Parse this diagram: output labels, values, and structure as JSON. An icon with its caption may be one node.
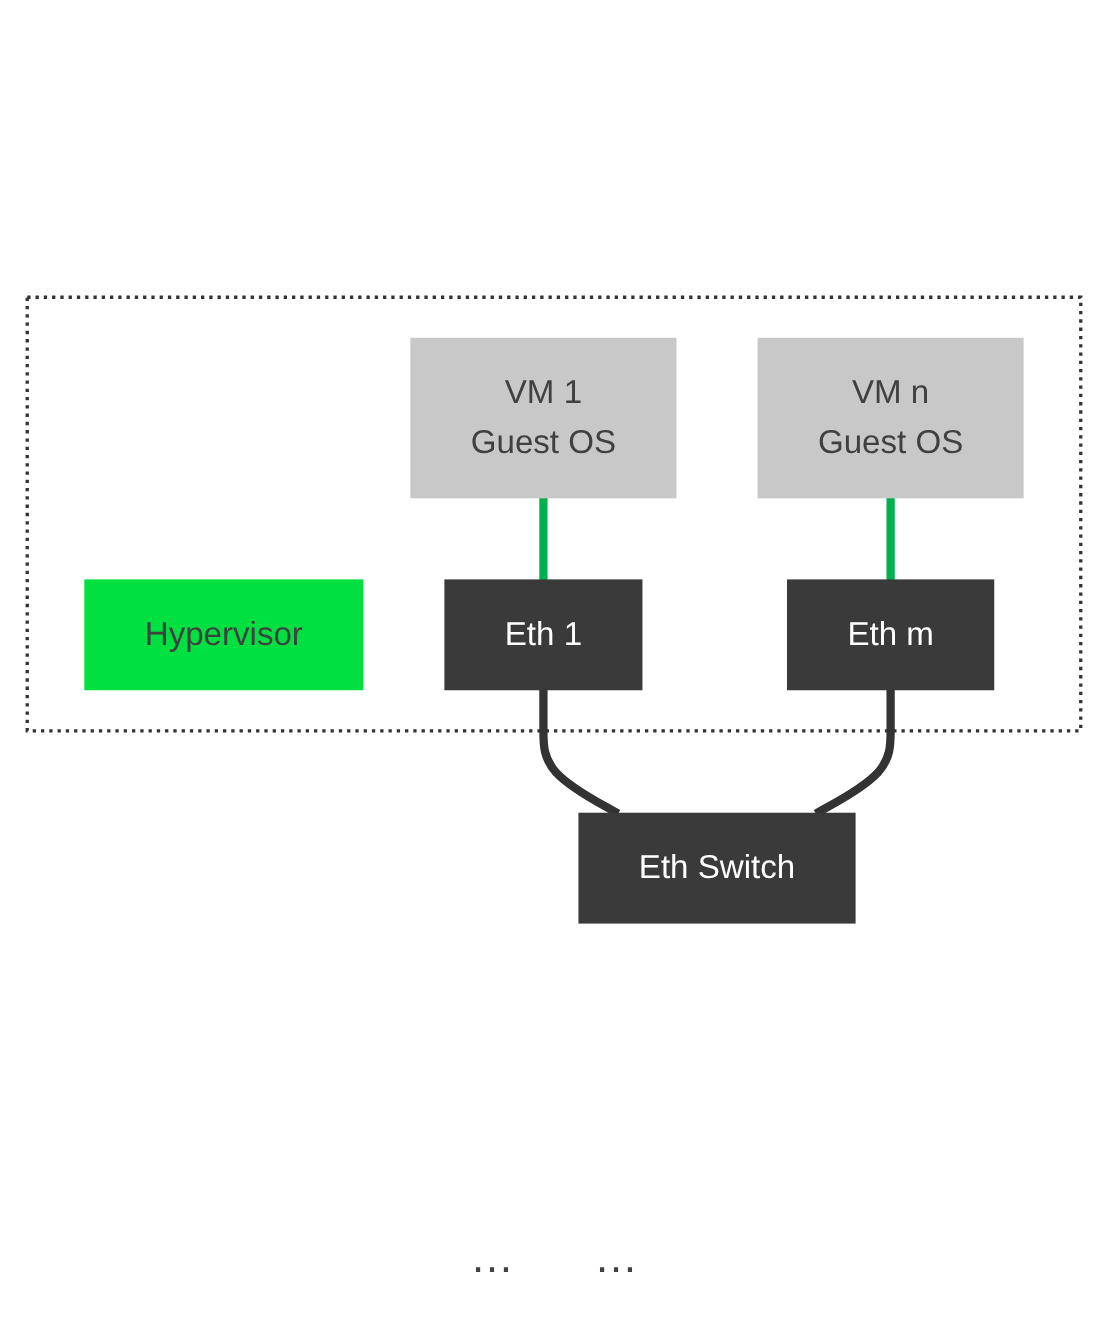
{
  "diagram": {
    "nodes": [
      {
        "text": [],
        "shape": "box"
      },
      {
        "text": [
          "VM 1",
          "Guest OS"
        ],
        "in": 0
      },
      {
        "text": [
          "VM n",
          "Guest OS"
        ],
        "in": 0
      },
      {
        "text": [
          "Hypervisor"
        ],
        "in": 0
      },
      {
        "text": [
          "Eth 1"
        ],
        "in": 0
      },
      {
        "text": [
          "Eth m"
        ],
        "in": 0
      },
      {
        "text": [
          "Eth Switch"
        ]
      }
    ],
    "edges": [
      {
        "from": 1,
        "to": 4,
        "arrow": "none",
        "color": "#00b050"
      },
      {
        "from": 2,
        "to": 5,
        "arrow": "none",
        "color": "#00b050"
      },
      {
        "from": 4,
        "to": 6,
        "arrow": "none",
        "color": "#333333"
      },
      {
        "from": 5,
        "to": 6,
        "arrow": "none",
        "color": "#333333"
      }
    ],
    "labels": [
      "…",
      "…"
    ]
  }
}
